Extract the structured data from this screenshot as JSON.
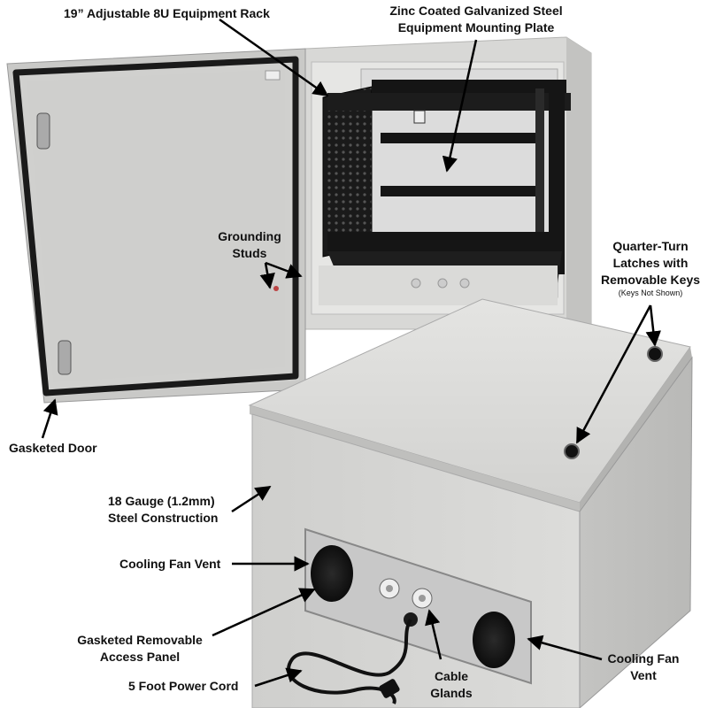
{
  "labels": {
    "rack": "19” Adjustable 8U Equipment Rack",
    "plate_line1": "Zinc Coated Galvanized Steel",
    "plate_line2": "Equipment Mounting Plate",
    "grounding_line1": "Grounding",
    "grounding_line2": "Studs",
    "latches_line1": "Quarter-Turn",
    "latches_line2": "Latches with",
    "latches_line3": "Removable Keys",
    "latches_note": "(Keys Not Shown)",
    "door": "Gasketed Door",
    "gauge_line1": "18 Gauge (1.2mm)",
    "gauge_line2": "Steel Construction",
    "fan_vent_left": "Cooling Fan Vent",
    "panel_line1": "Gasketed Removable",
    "panel_line2": "Access Panel",
    "cable_line1": "Cable",
    "cable_line2": "Glands",
    "fan_vent_right_line1": "Cooling Fan",
    "fan_vent_right_line2": "Vent",
    "power_cord": "5 Foot Power Cord"
  },
  "colors": {
    "enclosure_gray": "#d6d6d4",
    "gasket_black": "#1a1a1a",
    "rack_black": "#151515",
    "arrow": "#000000"
  }
}
